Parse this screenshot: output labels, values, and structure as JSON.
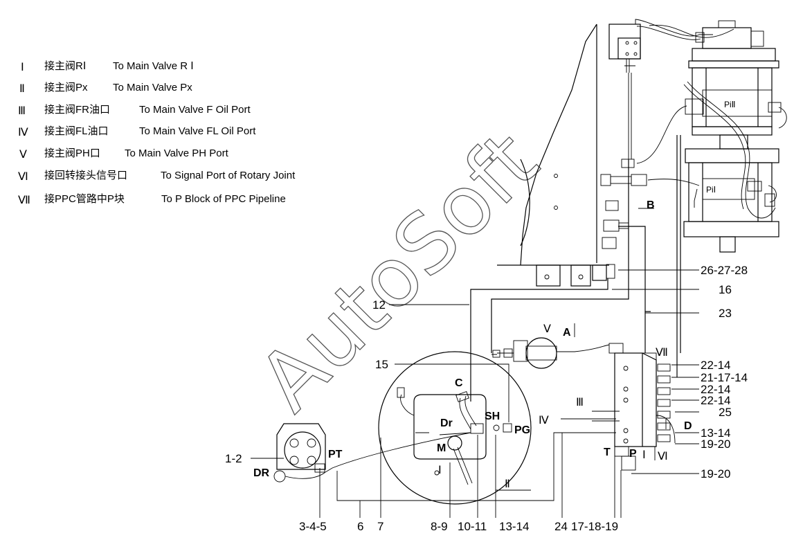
{
  "legend": [
    {
      "numeral": "Ⅰ",
      "cn": "接主阀RⅠ",
      "en": "To Main Valve R Ⅰ"
    },
    {
      "numeral": "Ⅱ",
      "cn": "接主阀Px",
      "en": "To Main Valve Px"
    },
    {
      "numeral": "Ⅲ",
      "cn": "接主阀FR油口",
      "en": "To Main Valve F Oil Port"
    },
    {
      "numeral": "Ⅳ",
      "cn": "接主阀FL油口",
      "en": "To Main Valve FL Oil Port"
    },
    {
      "numeral": "Ⅴ",
      "cn": "接主阀PH口",
      "en": "To Main Valve PH Port"
    },
    {
      "numeral": "Ⅵ",
      "cn": "接回转接头信号口",
      "en": "To Signal Port of Rotary Joint"
    },
    {
      "numeral": "Ⅶ",
      "cn": "接PPC管路中P块",
      "en": "To P Block of PPC Pipeline"
    }
  ],
  "watermark": "AutoSoft",
  "right_callouts": [
    "26-27-28",
    "16",
    "23",
    "22-14",
    "21-17-14",
    "22-14",
    "22-14",
    "25",
    "13-14",
    "19-20",
    "19-20"
  ],
  "left_callouts": [
    "12",
    "15",
    "1-2"
  ],
  "bottom_callouts": [
    "3-4-5",
    "6",
    "7",
    "8-9",
    "10-11",
    "13-14",
    "24",
    "17-18-19"
  ],
  "labels": {
    "A": "A",
    "B": "B",
    "C": "C",
    "D": "D",
    "Dr": "Dr",
    "SH": "SH",
    "PG": "PG",
    "M": "M",
    "PT": "PT",
    "DR": "DR",
    "T": "T",
    "P": "P",
    "PiII": "PiⅡ",
    "PiI": "PiⅠ"
  },
  "port_numerals": {
    "I_circle": "Ⅰ",
    "II_bottom": "Ⅱ",
    "III_left": "Ⅲ",
    "IV_left": "Ⅳ",
    "V_top": "Ⅴ",
    "VI_right": "Ⅵ",
    "VII_top": "Ⅶ",
    "I_block": "Ⅰ"
  }
}
